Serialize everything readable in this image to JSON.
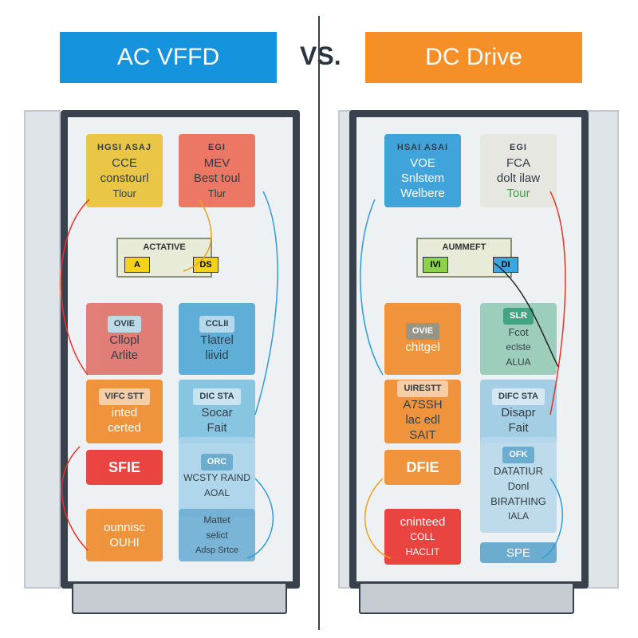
{
  "header": {
    "left_title": "AC VFFD",
    "vs": "VS.",
    "right_title": "DC Drive"
  },
  "colors": {
    "left_title_bg": "#1593dc",
    "right_title_bg": "#f58f27"
  },
  "left_panel": {
    "top_left": {
      "header": "HGSI ASAJ",
      "line1": "CCE",
      "line2": "constourl",
      "line3": "Tlour"
    },
    "top_right": {
      "header": "EGI",
      "line1": "MEV",
      "line2": "Best toul",
      "line3": "Tlur"
    },
    "center_plate": "ACTATIVE",
    "chip_a": "A",
    "chip_b": "DS",
    "mid_left": {
      "header": "OVIE",
      "line1": "Cllopl",
      "line2": "Arlite"
    },
    "mid_right": {
      "header": "CCLII",
      "line1": "Tlatrel",
      "line2": "liivid"
    },
    "low_left": {
      "header": "VIFC STT",
      "line1": "inted",
      "line2": "certed"
    },
    "low_right": {
      "header": "DIC STA",
      "line1": "Socar",
      "line2": "Fait"
    },
    "red_left": "SFIE",
    "blue_right": {
      "header": "ORC",
      "line1": "WCSTY RAIND",
      "line2": "AOAL"
    },
    "bottom_left": {
      "line1": "ounnisc",
      "line2": "OUHI"
    },
    "bottom_right": {
      "line1": "Mattet",
      "line2": "selict",
      "line3": "Adsp Srtce"
    }
  },
  "right_panel": {
    "top_left": {
      "header": "HSAI ASAI",
      "line1": "VOE",
      "line2": "Snlstem",
      "line3": "Welbere"
    },
    "top_right": {
      "header": "EGI",
      "line1": "FCA",
      "line2": "dolt ilaw",
      "line3": "Tour"
    },
    "center_plate": "AUMMEFT",
    "chip_a": "IVI",
    "chip_b": "DI",
    "mid_left": {
      "header": "OVIE",
      "line1": "chitgel"
    },
    "mid_right": {
      "header": "SLR",
      "line1": "Fcot",
      "line2": "eclste",
      "line3": "ALUA"
    },
    "low_left": {
      "header": "UIRESTT",
      "line1": "A7SSH",
      "line2": "lac edl",
      "line3": "SAIT"
    },
    "low_right": {
      "header": "DIFC STA",
      "line1": "Disapr",
      "line2": "Fait"
    },
    "orange_left": "DFIE",
    "blue_right": {
      "header": "OFK",
      "line1": "DATATIUR",
      "line2": "Donl",
      "line3": "BIRATHING",
      "line4": "IALA"
    },
    "bottom_left": {
      "line1": "cninteed",
      "line2": "COLL",
      "line3": "HACLIT"
    },
    "bottom_right": {
      "line1": "SPE"
    }
  }
}
